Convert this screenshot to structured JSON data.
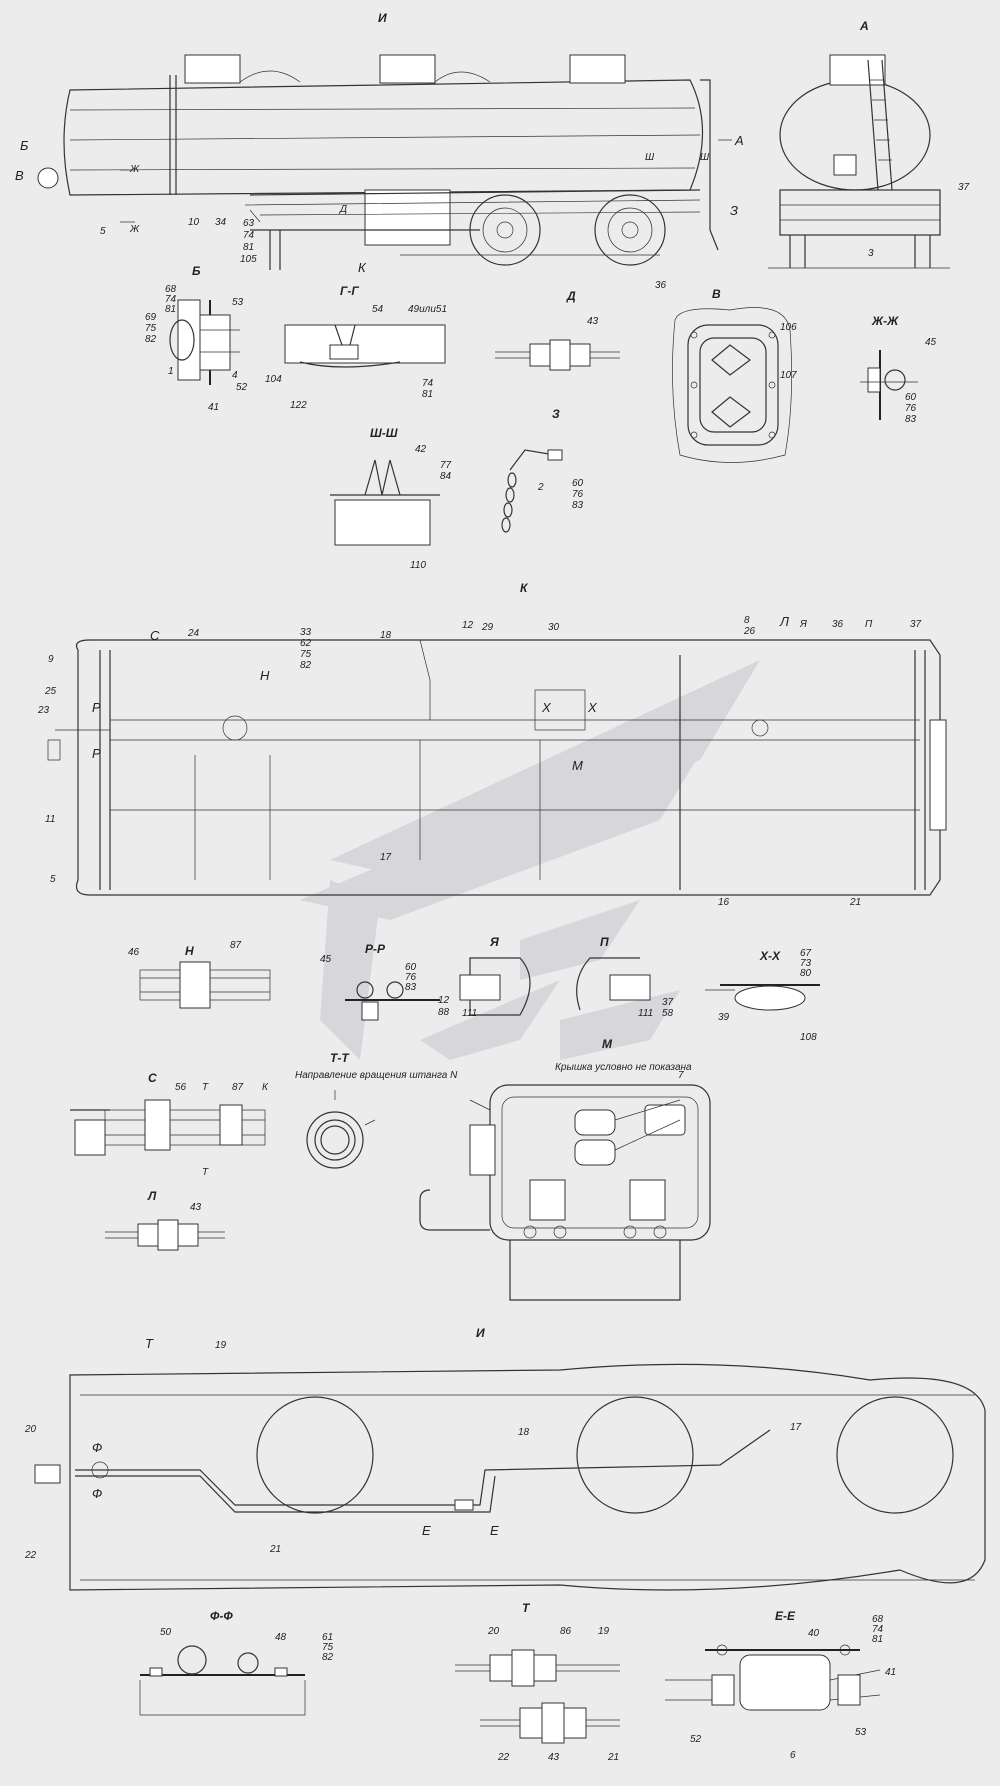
{
  "views": {
    "i": {
      "title": "И"
    },
    "a": {
      "title": "А"
    },
    "b": {
      "title": "Б"
    },
    "gg": {
      "title": "Г-Г"
    },
    "d": {
      "title": "Д"
    },
    "v": {
      "title": "В"
    },
    "zhzh": {
      "title": "Ж-Ж"
    },
    "z": {
      "title": "З"
    },
    "shsh": {
      "title": "Ш-Ш"
    },
    "k": {
      "title": "К"
    },
    "n": {
      "title": "Н"
    },
    "rr": {
      "title": "Р-Р"
    },
    "ya": {
      "title": "Я"
    },
    "p": {
      "title": "П"
    },
    "xx": {
      "title": "Х-Х"
    },
    "m": {
      "title": "М",
      "note": "Крышка условно не показана"
    },
    "s": {
      "title": "С"
    },
    "tt": {
      "title": "Т-Т",
      "note": "Направление вращения штанга N"
    },
    "l": {
      "title": "Л"
    },
    "i2": {
      "title": "И"
    },
    "ff": {
      "title": "Ф-Ф"
    },
    "t": {
      "title": "Т"
    },
    "ee": {
      "title": "Е-Е"
    }
  },
  "callouts": {
    "side": {
      "b": "Б",
      "v": "В",
      "zh1": "Ж",
      "zh2": "Ж",
      "d": "Д",
      "k": "К",
      "z": "З",
      "sh1": "Ш",
      "sh2": "Ш",
      "a": "А",
      "p10": "10",
      "p34": "34",
      "p5": "5",
      "p63": "63",
      "p74": "74",
      "p81": "81",
      "p105": "105",
      "p36": "36"
    },
    "front": {
      "p37": "37",
      "p3": "3"
    },
    "b": {
      "p68": "68",
      "p74": "74",
      "p81": "81",
      "p53": "53",
      "p69": "69",
      "p75": "75",
      "p82": "82",
      "p1": "1",
      "p4": "4",
      "p52": "52",
      "p41": "41"
    },
    "gg": {
      "p54": "54",
      "p49": "49или51",
      "p104": "104",
      "p122": "122",
      "p74": "74",
      "p81": "81"
    },
    "d": {
      "p43": "43"
    },
    "v": {
      "p106": "106",
      "p107": "107"
    },
    "zhzh": {
      "p45": "45",
      "p60": "60",
      "p76": "76",
      "p83": "83"
    },
    "z": {
      "p2": "2",
      "p60": "60",
      "p76": "76",
      "p83": "83"
    },
    "shsh": {
      "p42": "42",
      "p77": "77",
      "p84": "84",
      "p110": "110"
    },
    "k": {
      "p9": "9",
      "pC": "С",
      "p24": "24",
      "p33": "33",
      "p62": "62",
      "p75": "75",
      "p82": "82",
      "p18": "18",
      "p12": "12",
      "p29": "29",
      "p30": "30",
      "p8": "8",
      "p26": "26",
      "pL": "Л",
      "pYa": "Я",
      "p36": "36",
      "pP": "П",
      "p37": "37",
      "p25": "25",
      "p23": "23",
      "pR1": "Р",
      "pR2": "Р",
      "pH": "Н",
      "pX1": "Х",
      "pX2": "Х",
      "pM": "М",
      "p11": "11",
      "p5": "5",
      "p17": "17",
      "p16": "16",
      "p21": "21"
    },
    "n": {
      "p46": "46",
      "p87": "87"
    },
    "rr": {
      "p45": "45",
      "p60": "60",
      "p76": "76",
      "p83": "83"
    },
    "ya": {
      "p12": "12",
      "p88": "88",
      "p111": "111"
    },
    "p": {
      "p37": "37",
      "p111": "111",
      "p58": "58"
    },
    "xx": {
      "p67": "67",
      "p73": "73",
      "p80": "80",
      "p39": "39",
      "p108": "108"
    },
    "m": {
      "p7": "7"
    },
    "s": {
      "p56": "56",
      "pT1": "Т",
      "pT2": "Т",
      "p87": "87",
      "pK": "К"
    },
    "l": {
      "p43": "43"
    },
    "i2": {
      "pT": "Т",
      "p19": "19",
      "p20": "20",
      "pF1": "Ф",
      "pF2": "Ф",
      "p22": "22",
      "p21": "21",
      "p18": "18",
      "p17": "17",
      "pE1": "Е",
      "pE2": "Е"
    },
    "ff": {
      "p50": "50",
      "p48": "48",
      "p61": "61",
      "p75": "75",
      "p82": "82"
    },
    "t": {
      "p20": "20",
      "p86": "86",
      "p19": "19",
      "p22": "22",
      "p43": "43",
      "p21": "21"
    },
    "ee": {
      "p68": "68",
      "p74": "74",
      "p81": "81",
      "p40": "40",
      "p41": "41",
      "p52": "52",
      "p6": "6",
      "p53": "53"
    }
  },
  "colors": {
    "paper": "#ececec",
    "line": "#333333",
    "watermark": "#cfcfd6"
  }
}
